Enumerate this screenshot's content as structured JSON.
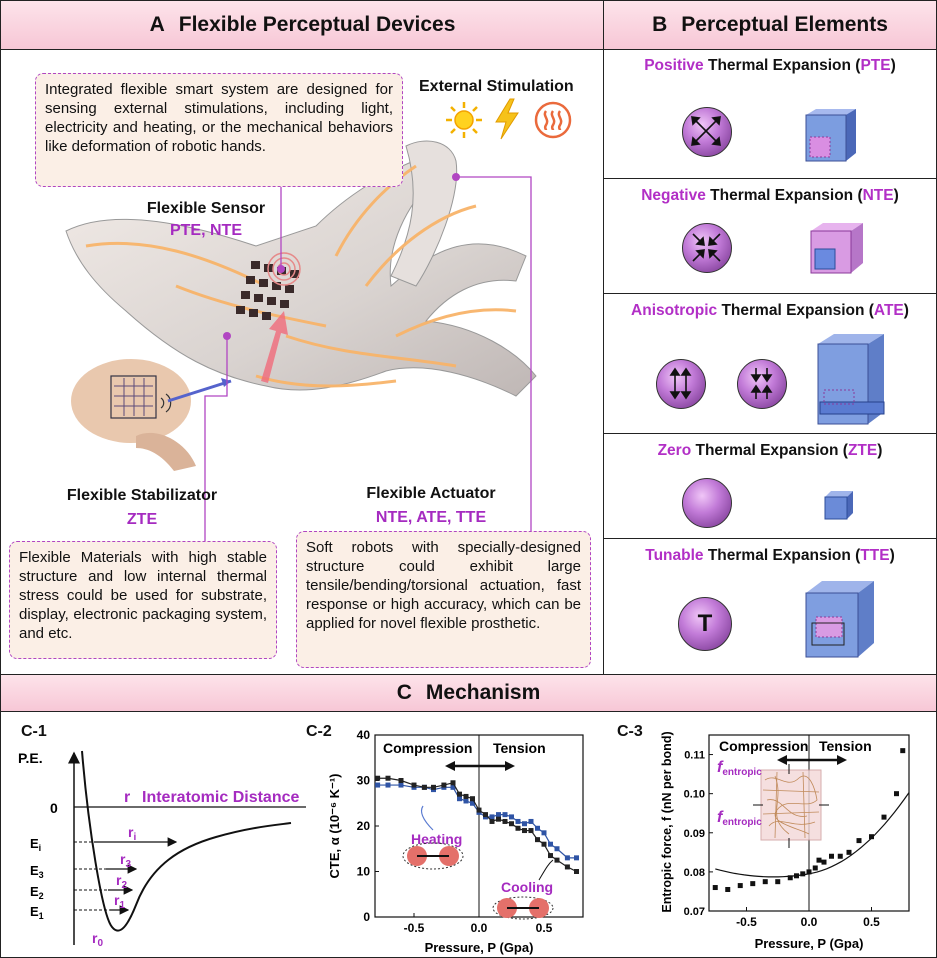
{
  "panel_a": {
    "letter": "A",
    "title": "Flexible Perceptual Devices",
    "intro_note": "Integrated flexible smart system are designed for sensing external stimulations, including light, electricity and heating, or the mechanical behaviors like deformation of robotic hands.",
    "external_stimulation": "External Stimulation",
    "sensor_label": "Flexible Sensor",
    "sensor_types": "PTE, NTE",
    "stabilizator_label": "Flexible Stabilizator",
    "stabilizator_types": "ZTE",
    "actuator_label": "Flexible Actuator",
    "actuator_types": "NTE, ATE, TTE",
    "stabilizator_note": "Flexible Materials with high stable structure and low internal thermal stress could be used for substrate, display, electronic packaging system, and etc.",
    "actuator_note": "Soft robots with specially-designed structure could exhibit large tensile/bending/torsional actuation, fast response or high accuracy, which can be applied for novel flexible prosthetic.",
    "icons": [
      "sun-icon",
      "lightning-icon",
      "heating-icon"
    ]
  },
  "panel_b": {
    "letter": "B",
    "title": "Perceptual Elements",
    "rows": [
      {
        "key": "Positive",
        "rest": " Thermal Expansion (",
        "abbr": "PTE",
        "close": ")"
      },
      {
        "key": "Negative",
        "rest": " Thermal Expansion (",
        "abbr": "NTE",
        "close": ")"
      },
      {
        "key": "Anisotropic",
        "rest": " Thermal Expansion (",
        "abbr": "ATE",
        "close": ")"
      },
      {
        "key": "Zero",
        "rest": " Thermal Expansion (",
        "abbr": "ZTE",
        "close": ")"
      },
      {
        "key": "Tunable",
        "rest": " Thermal Expansion (",
        "abbr": "TTE",
        "close": ")"
      }
    ],
    "tte_symbol": "T",
    "accent": "#b22fc6"
  },
  "panel_c": {
    "letter": "C",
    "title": "Mechanism",
    "c1": {
      "tag": "C-1",
      "ylabel": "P.E.",
      "zero": "0",
      "r_label": "r",
      "r_desc": "Interatomic Distance",
      "levels": [
        "Ei",
        "E3",
        "E2",
        "E1"
      ],
      "radii": [
        "ri",
        "r3",
        "r2",
        "r1"
      ],
      "r0": "r0"
    },
    "c2": {
      "tag": "C-2",
      "compression": "Compression",
      "tension": "Tension",
      "heating": "Heating",
      "cooling": "Cooling",
      "xlabel": "Pressure, P (Gpa)",
      "ylabel": "CTE, α (10⁻⁶ K⁻¹)"
    },
    "c3": {
      "tag": "C-3",
      "compression": "Compression",
      "tension": "Tension",
      "f_entropic": "f",
      "f_sub": "entropic",
      "xlabel": "Pressure, P (Gpa)",
      "ylabel": "Entropic force, f (nN per bond)"
    }
  },
  "chart_data": [
    {
      "type": "line",
      "title": "",
      "xlabel": "Pressure, P (Gpa)",
      "ylabel": "CTE, α (10⁻⁶ K⁻¹)",
      "xlim": [
        -0.8,
        0.8
      ],
      "ylim": [
        0,
        40
      ],
      "xticks": [
        "-0.5",
        "0.0",
        "0.5"
      ],
      "yticks": [
        "0",
        "10",
        "20",
        "30",
        "40"
      ],
      "series": [
        {
          "x": [
            -0.78,
            -0.7,
            -0.6,
            -0.5,
            -0.42,
            -0.35,
            -0.27,
            -0.2,
            -0.15,
            -0.1,
            -0.05,
            0.0,
            0.05,
            0.1,
            0.15,
            0.2,
            0.25,
            0.3,
            0.35,
            0.4,
            0.45,
            0.5,
            0.55,
            0.6,
            0.68,
            0.75
          ],
          "y": [
            29,
            29,
            29,
            28.5,
            28.5,
            28,
            28.5,
            28.5,
            26,
            25.5,
            25,
            23,
            22,
            22,
            22.5,
            22.5,
            22,
            21,
            20.5,
            21,
            19.5,
            18.5,
            16,
            15,
            13,
            13
          ],
          "color": "#2f54a5"
        },
        {
          "x": [
            -0.78,
            -0.7,
            -0.6,
            -0.5,
            -0.42,
            -0.35,
            -0.27,
            -0.2,
            -0.15,
            -0.1,
            -0.05,
            0.0,
            0.05,
            0.1,
            0.15,
            0.2,
            0.25,
            0.3,
            0.35,
            0.4,
            0.45,
            0.5,
            0.55,
            0.6,
            0.68,
            0.75
          ],
          "y": [
            30.5,
            30.5,
            30,
            29,
            28.5,
            28.5,
            29,
            29.5,
            27,
            26.5,
            26,
            23.5,
            22.5,
            21,
            21.5,
            21,
            20.5,
            19.5,
            19,
            19,
            17,
            16,
            13.5,
            12.5,
            11,
            10
          ],
          "color": "#222222"
        }
      ]
    },
    {
      "type": "scatter",
      "title": "",
      "xlabel": "Pressure, P (Gpa)",
      "ylabel": "Entropic force, f (nN per bond)",
      "xlim": [
        -0.8,
        0.8
      ],
      "ylim": [
        0.07,
        0.115
      ],
      "xticks": [
        "-0.5",
        "0.0",
        "0.5"
      ],
      "yticks": [
        "0.07",
        "0.08",
        "0.09",
        "0.10",
        "0.11"
      ],
      "series": [
        {
          "x": [
            -0.75,
            -0.65,
            -0.55,
            -0.45,
            -0.35,
            -0.25,
            -0.15,
            -0.1,
            -0.05,
            0.0,
            0.05,
            0.08,
            0.12,
            0.18,
            0.25,
            0.32,
            0.4,
            0.5,
            0.6,
            0.7,
            0.75
          ],
          "y": [
            0.076,
            0.0755,
            0.0765,
            0.077,
            0.0775,
            0.0775,
            0.0785,
            0.079,
            0.0795,
            0.08,
            0.081,
            0.083,
            0.0825,
            0.084,
            0.084,
            0.085,
            0.088,
            0.089,
            0.094,
            0.1,
            0.111
          ],
          "color": "#111111"
        }
      ]
    }
  ]
}
